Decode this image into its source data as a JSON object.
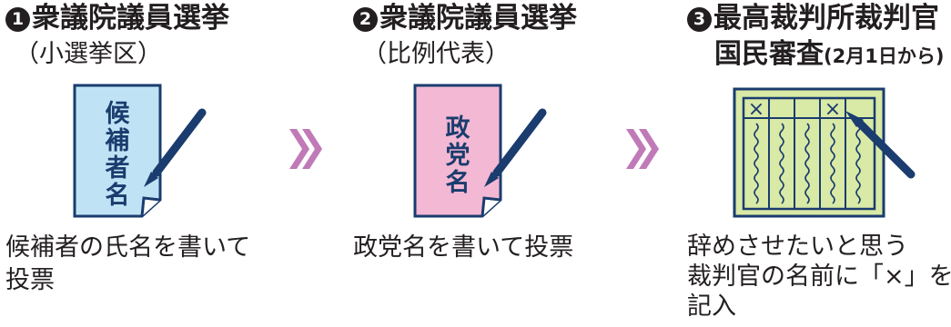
{
  "steps": [
    {
      "num": "1",
      "title": "衆議院議員選挙",
      "subtitle": "（小選挙区）",
      "paper_text": [
        "候",
        "補",
        "者",
        "名"
      ],
      "description_lines": [
        "候補者の氏名を書いて",
        "投票"
      ]
    },
    {
      "num": "2",
      "title": "衆議院議員選挙",
      "subtitle": "（比例代表）",
      "paper_text": [
        "政",
        "党",
        "名"
      ],
      "description_lines": [
        "政党名を書いて投票"
      ]
    },
    {
      "num": "3",
      "title": "最高裁判所裁判官",
      "subtitle_main": "国民審査",
      "subtitle_note": "(2月1日から)",
      "ballot_marks": [
        "×",
        "×"
      ],
      "description_lines": [
        "辞めさせたいと思う",
        "裁判官の名前に「×」を",
        "記入"
      ]
    }
  ],
  "colors": {
    "paper1": "#bfe3f5",
    "paper2": "#f3b8d3",
    "paper3": "#d9e9a6",
    "ink": "#1a3c6e",
    "chevron": "#c07ab8"
  }
}
